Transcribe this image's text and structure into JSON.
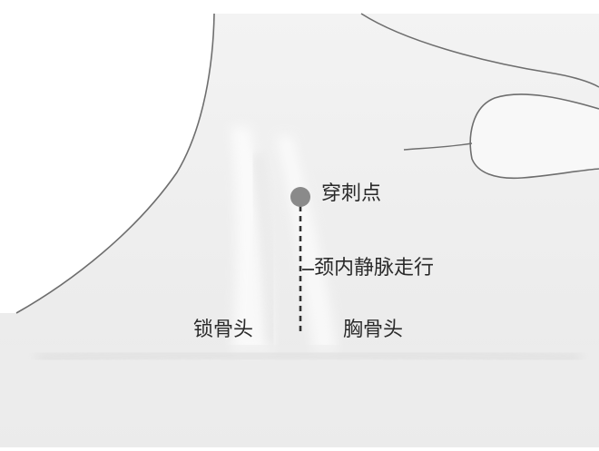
{
  "diagram": {
    "labels": {
      "puncture_point": "穿刺点",
      "jugular_vein_course": "颈内静脉走行",
      "clavicular_head": "锁骨头",
      "sternal_head": "胸骨头"
    },
    "colors": {
      "background": "#ffffff",
      "skin_fill": "#f5f5f5",
      "outline": "#6e6e6e",
      "muscle_highlight": "#e7e7e7",
      "puncture_dot": "#8a8a8a",
      "vein_dash": "#333333",
      "text": "#2a2a2a"
    }
  }
}
